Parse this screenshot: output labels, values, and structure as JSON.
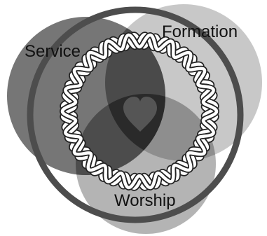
{
  "labels": {
    "formation": "Formation",
    "service": "Service",
    "worship": "Worship"
  },
  "colors": {
    "background": "#ffffff",
    "circle_formation": "#c8c8c8",
    "circle_service": "#6a6a6a",
    "circle_worship": "#b4b4b4",
    "outer_ring": "#4d4d4d",
    "braid_fill": "#ffffff",
    "braid_stroke": "#222222",
    "center_dark": "#2a2a2a",
    "heart": "#555555"
  },
  "icons": {
    "heart": "heart-icon",
    "braid": "celtic-braid-ring"
  }
}
